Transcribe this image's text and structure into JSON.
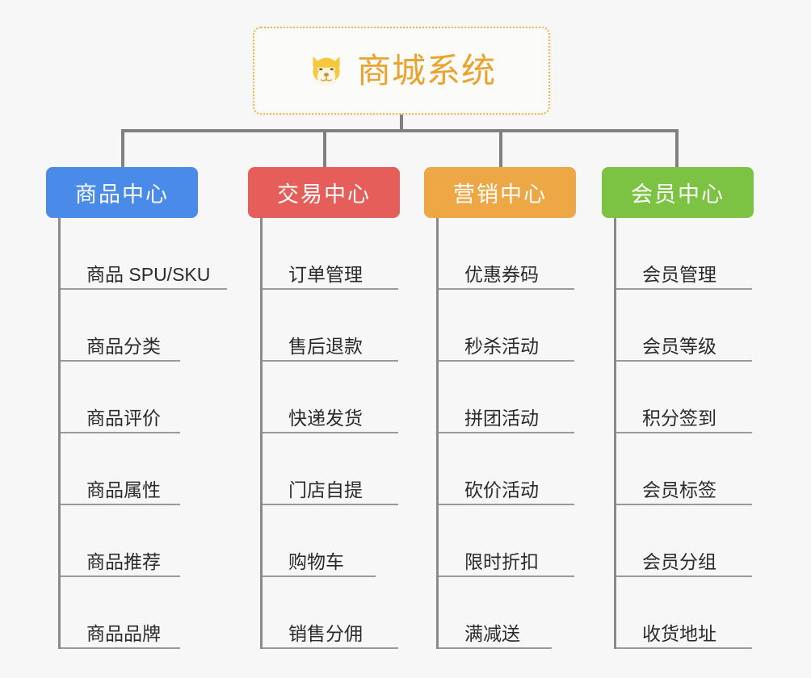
{
  "canvas": {
    "background": "#f7f7f7",
    "connector_color": "#808080"
  },
  "root": {
    "label": "商城系统",
    "icon": "shiba-dog-face-icon",
    "text_color": "#e9a32e",
    "border_color": "#f2b544"
  },
  "branches": [
    {
      "title": "商品中心",
      "color": "#4a8ae8",
      "items": [
        "商品 SPU/SKU",
        "商品分类",
        "商品评价",
        "商品属性",
        "商品推荐",
        "商品品牌"
      ]
    },
    {
      "title": "交易中心",
      "color": "#e55e5a",
      "items": [
        "订单管理",
        "售后退款",
        "快递发货",
        "门店自提",
        "购物车",
        "销售分佣"
      ]
    },
    {
      "title": "营销中心",
      "color": "#eda744",
      "items": [
        "优惠券码",
        "秒杀活动",
        "拼团活动",
        "砍价活动",
        "限时折扣",
        "满减送"
      ]
    },
    {
      "title": "会员中心",
      "color": "#7cc343",
      "items": [
        "会员管理",
        "会员等级",
        "积分签到",
        "会员标签",
        "会员分组",
        "收货地址"
      ]
    }
  ]
}
